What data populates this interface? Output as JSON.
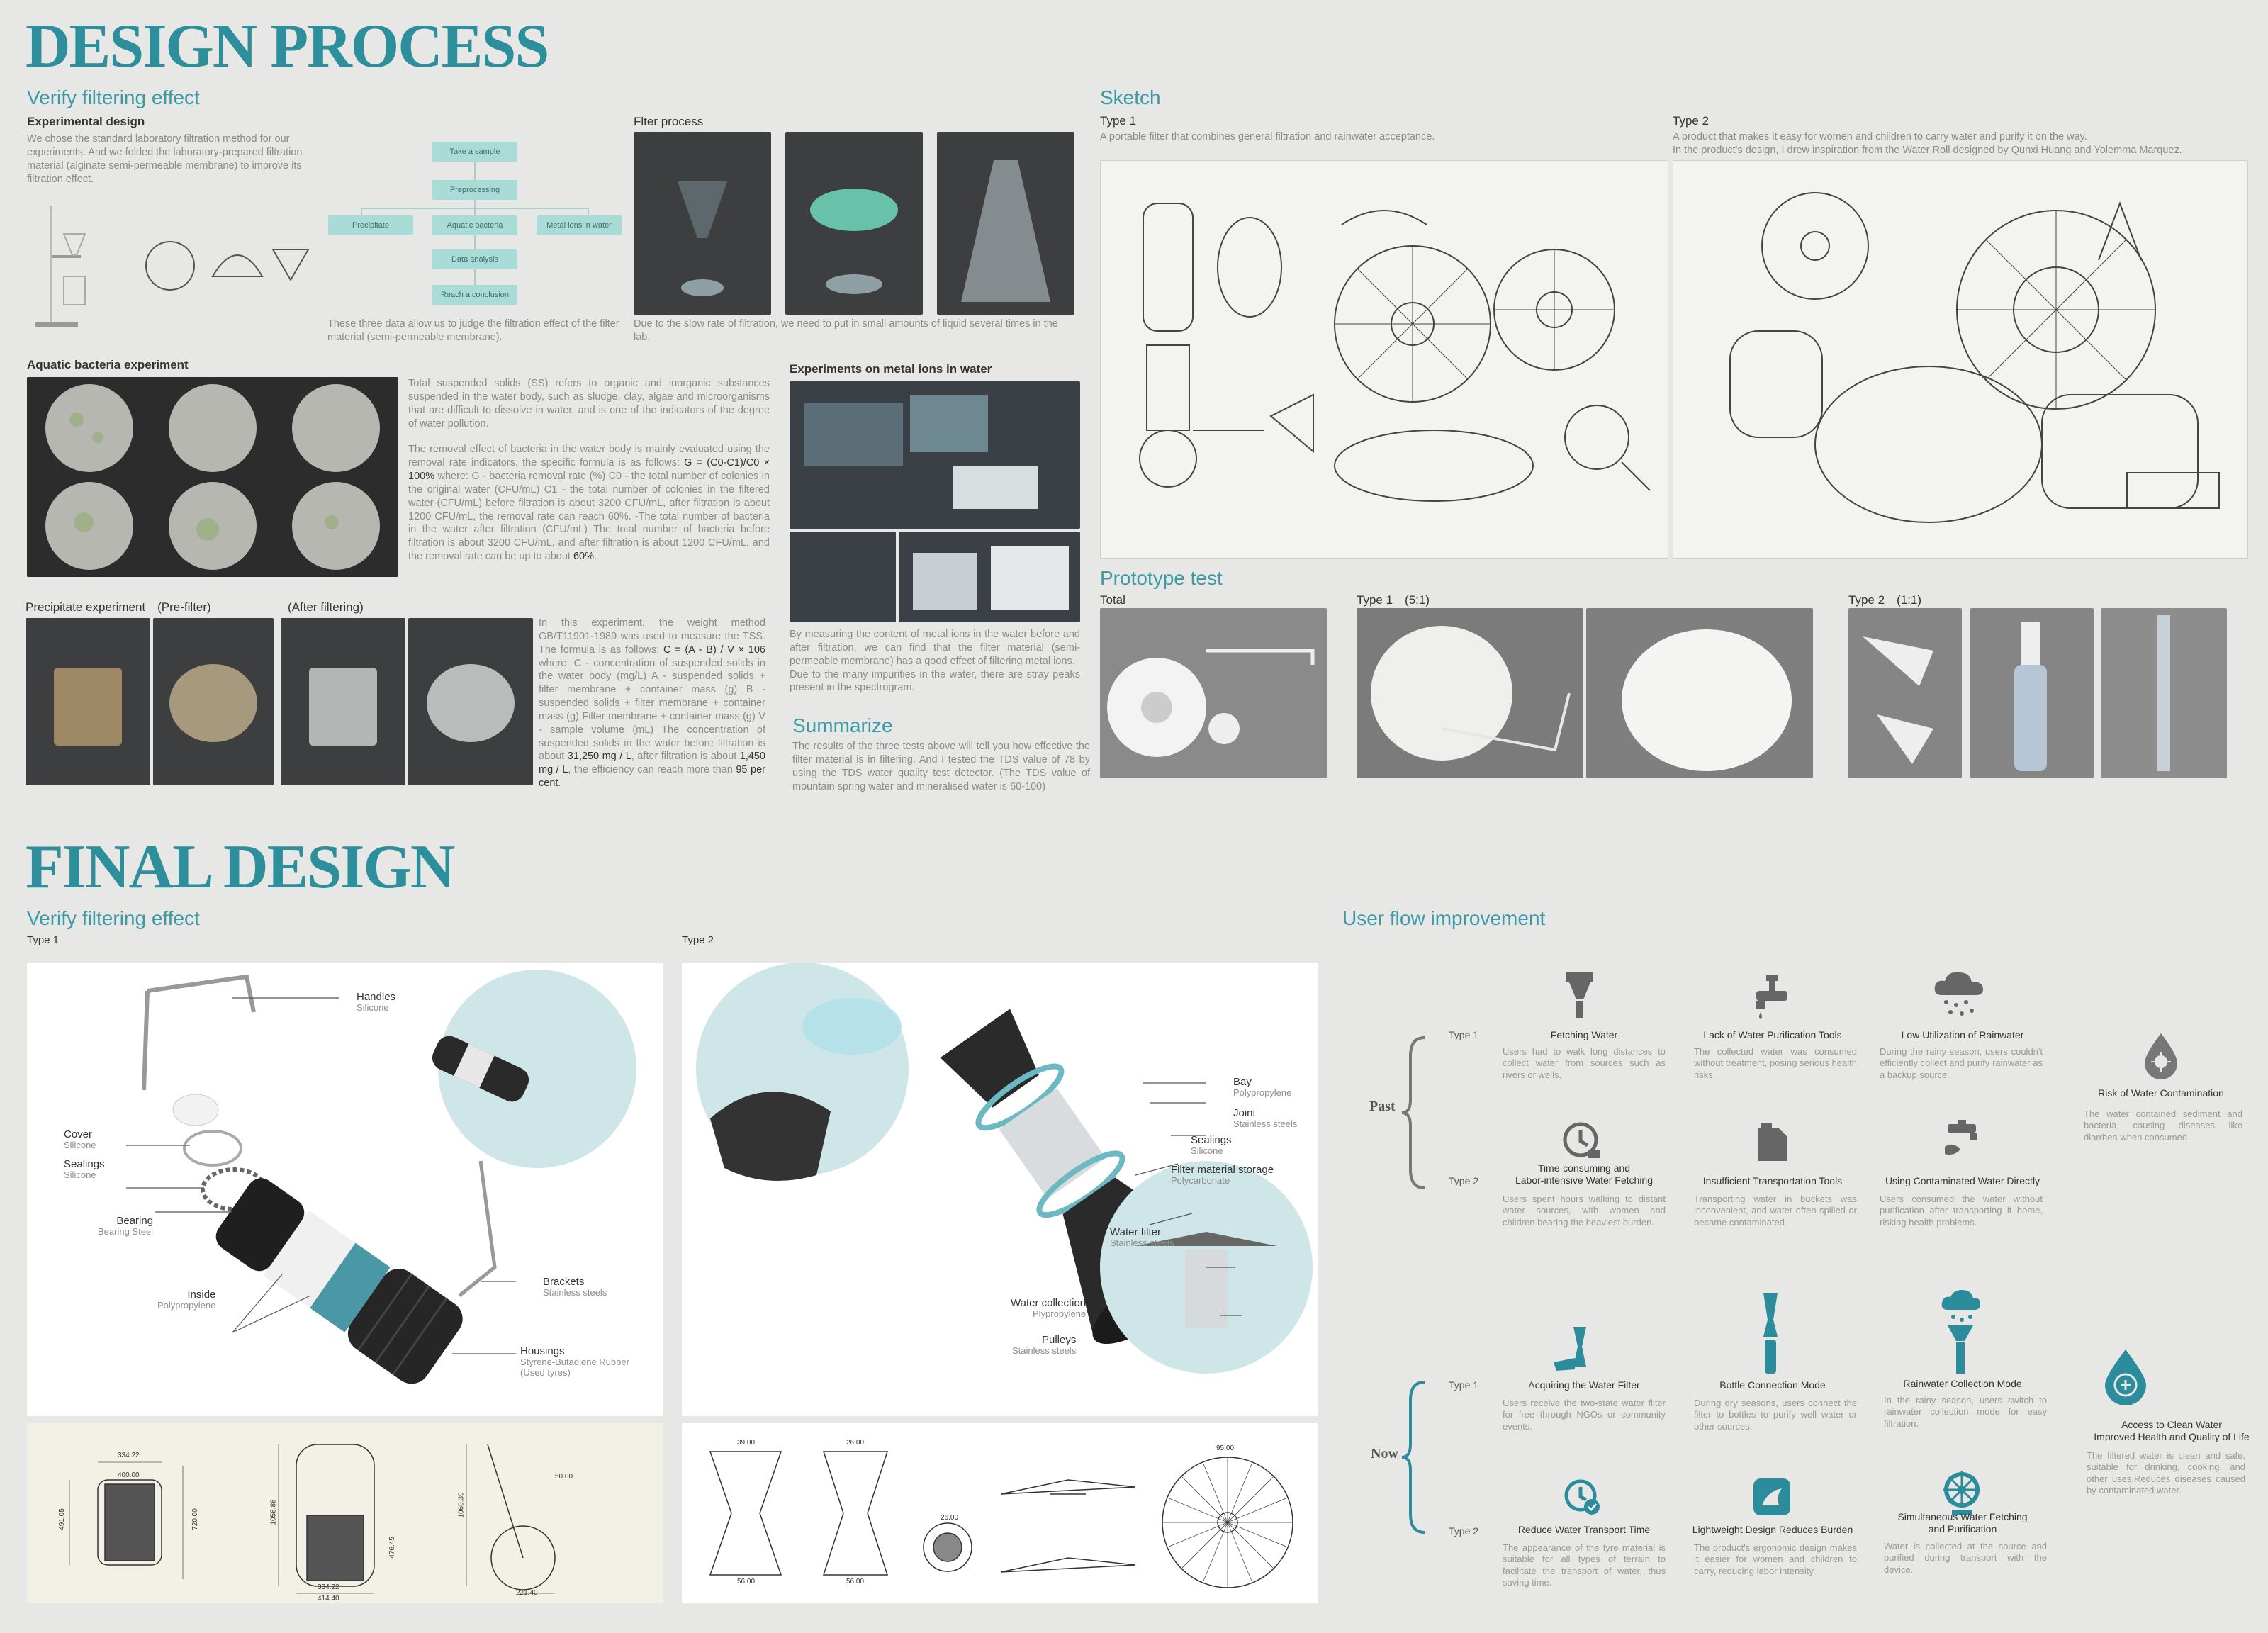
{
  "design_process": {
    "title": "DESIGN PROCESS",
    "verify": {
      "heading": "Verify filtering effect",
      "exp_design": {
        "title": "Experimental design",
        "body": "We chose the standard laboratory filtration method for our experiments. And we folded the laboratory-prepared filtration material (alginate semi-permeable membrane) to improve its filtration effect."
      },
      "flow": {
        "take_sample": "Take a sample",
        "preprocessing": "Preprocessing",
        "precipitate": "Precipitate",
        "aquatic": "Aquatic bacteria",
        "metal": "Metal ions in water",
        "data_analysis": "Data analysis",
        "conclusion": "Reach a conclusion",
        "caption": "These three data allow us to judge the filtration effect of the filter material (semi-permeable membrane)."
      },
      "filter_process": {
        "title": "Flter process",
        "caption": "Due to the slow rate of filtration, we need to put in small amounts of liquid several times in the lab."
      },
      "aquatic": {
        "title": "Aquatic bacteria experiment",
        "body1": "Total suspended solids (SS) refers to organic and inorganic substances suspended in the water body, such as sludge, clay, algae and microorganisms that are difficult to dissolve in water, and is one of the indicators of the degree of water pollution.",
        "body2a": "The removal effect of bacteria in the water body is mainly evaluated using the removal rate indicators, the specific formula is as follows: ",
        "formula": "G = (C0-C1)/C0 × 100%",
        "body2b": " where: G - bacteria removal rate (%) C0 - the total number of colonies in the original water (CFU/mL) C1 - the total number of colonies in the filtered water (CFU/mL) before filtration is about 3200 CFU/mL, after filtration is about 1200 CFU/mL, the removal rate can reach 60%. -The total number of bacteria in the water after filtration (CFU/mL) The total number of bacteria before filtration is about 3200 CFU/mL, and after filtration is about 1200 CFU/mL, and the removal rate can be up to about ",
        "pct": "60%",
        "end": "."
      },
      "metal": {
        "title": "Experiments on metal ions in water",
        "body": "By measuring the content of metal ions in the water before and after filtration, we can find that the filter material (semi-permeable membrane) has a good effect of filtering metal ions.\nDue to the many impurities in the water, there are stray peaks present in the spectrogram."
      },
      "precipitate": {
        "pre": "Precipitate experiment　(Pre-filter)",
        "after": "(After filtering)",
        "body_a": "In this experiment, the weight method GB/T11901-1989 was used to measure the TSS. The formula is as follows: ",
        "formula": "C = (A - B) / V × 106",
        "body_b": " where: C - concentration of suspended solids in the water body (mg/L) A - suspended solids + filter membrane + container mass (g) B - suspended solids + filter membrane + container mass (g) Filter membrane + container mass (g) V - sample volume (mL) The concentration of suspended solids in the water before filtration is about ",
        "v1": "31,250 mg / L",
        "body_c": ", after filtration is about ",
        "v2": "1,450 mg / L",
        "body_d": ", the efficiency can reach more than ",
        "v3": "95 per cent",
        "end": "."
      },
      "summarize": {
        "heading": "Summarize",
        "body": "The results of the three tests above will tell you how effective the filter material is in filtering. And I tested the TDS value of 78 by using the TDS water quality test detector. (The TDS value of mountain spring water and mineralised water is 60-100)"
      }
    },
    "sketch": {
      "heading": "Sketch",
      "type1": "Type 1",
      "type1_desc": "A portable filter that combines general filtration and rainwater acceptance.",
      "type2": "Type 2",
      "type2_desc": "A product that makes it easy for women and children to carry water and purify it on the way.\nIn the product's design, I drew inspiration from the Water Roll designed by Qunxi Huang and Yolemma Marquez."
    },
    "prototype": {
      "heading": "Prototype test",
      "total": "Total",
      "type1": "Type 1　(5:1)",
      "type2": "Type 2　(1:1)"
    }
  },
  "final_design": {
    "title": "FINAL DESIGN",
    "verify_heading": "Verify filtering effect",
    "type1": "Type 1",
    "type2": "Type 2",
    "t1_callouts": {
      "handles": "Handles",
      "handles_m": "Silicone",
      "cover": "Cover",
      "cover_m": "Silicone",
      "sealings": "Sealings",
      "sealings_m": "Silicone",
      "bearing": "Bearing",
      "bearing_m": "Bearing Steel",
      "inside": "Inside",
      "inside_m": "Polypropylene",
      "brackets": "Brackets",
      "brackets_m": "Stainless steels",
      "housings": "Housings",
      "housings_m": "Styrene-Butadiene Rubber\n(Used tyres)"
    },
    "t2_callouts": {
      "bay": "Bay",
      "bay_m": "Polypropylene",
      "joint": "Joint",
      "joint_m": "Stainless steels",
      "sealings": "Sealings",
      "sealings_m": "Silicone",
      "storage": "Filter material storage",
      "storage_m": "Polycarbonate",
      "filter": "Water filter",
      "filter_m": "Stainless steels",
      "collection": "Water collection",
      "collection_m": "Plypropylene",
      "pulleys": "Pulleys",
      "pulleys_m": "Stainless steels"
    },
    "t1_dims": [
      "334.22",
      "400.00",
      "720.00",
      "491.05",
      "1058.88",
      "476.45",
      "334.22",
      "414.40",
      "1060.39",
      "221.40",
      "50.00"
    ],
    "t2_dims": [
      "39.00",
      "56.00",
      "26.00",
      "56.00",
      "26.00",
      "95.00"
    ]
  },
  "user_flow": {
    "heading": "User flow improvement",
    "past": "Past",
    "now": "Now",
    "type1": "Type 1",
    "type2": "Type 2",
    "past_items": [
      {
        "title": "Fetching Water",
        "body": "Users had to walk long distances to collect water from sources such as rivers or wells."
      },
      {
        "title": "Lack of Water Purification Tools",
        "body": "The collected water was consumed without treatment, posing serious health risks."
      },
      {
        "title": "Low Utilization of Rainwater",
        "body": "During the rainy season, users couldn't efficiently collect and purify rainwater as a backup source."
      },
      {
        "title": "Time-consuming and\nLabor-intensive Water Fetching",
        "body": "Users spent hours walking to distant water sources, with women and children bearing the heaviest burden."
      },
      {
        "title": "Insufficient Transportation Tools",
        "body": "Transporting water in buckets was inconvenient, and water often spilled or became contaminated."
      },
      {
        "title": "Using Contaminated Water Directly",
        "body": "Users consumed the water without purification after transporting it home, risking health problems."
      }
    ],
    "past_result": {
      "title": "Risk of Water Contamination",
      "body": "The water contained sediment and bacteria, causing diseases like diarrhea when consumed."
    },
    "now_items": [
      {
        "title": "Acquiring the Water Filter",
        "body": "Users receive the two-state water filter for free through NGOs or community events."
      },
      {
        "title": "Bottle Connection Mode",
        "body": "During dry seasons, users connect the filter to bottles to purify well water or other sources."
      },
      {
        "title": "Rainwater Collection Mode",
        "body": "In the rainy season, users switch to rainwater collection mode for easy filtration."
      },
      {
        "title": "Reduce Water Transport Time",
        "body": "The appearance of the tyre material is suitable for all types of terrain to facilitate the transport of water, thus saving time."
      },
      {
        "title": "Lightweight Design Reduces Burden",
        "body": "The product's ergonomic design makes it easier for women and children to carry, reducing labor intensity."
      },
      {
        "title": "Simultaneous Water Fetching\nand Purification",
        "body": "Water is collected at the source and purified during transport with the device."
      }
    ],
    "now_result": {
      "title": "Access to Clean Water\nImproved Health and Quality of Life",
      "body": "The filtered water is clean and safe, suitable for drinking, cooking, and other uses.Reduces diseases caused by contaminated water."
    },
    "colors": {
      "accent": "#2e8f9c",
      "past_icon": "#666666",
      "now_icon": "#2b8d9b"
    }
  }
}
